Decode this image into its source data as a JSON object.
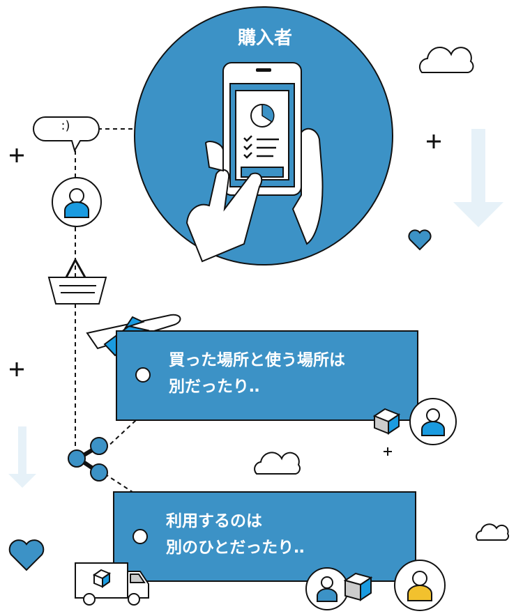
{
  "title": "購入者",
  "speech_bubble": ":)",
  "cards": [
    {
      "line1": "買った場所と使う場所は",
      "line2": "別だったり‥"
    },
    {
      "line1": "利用するのは",
      "line2": "別のひとだったり‥"
    }
  ],
  "colors": {
    "primary": "#3c92c6",
    "accent": "#1a9be0",
    "light_arrow": "#e6f1f8",
    "yellow": "#f2c12e"
  }
}
